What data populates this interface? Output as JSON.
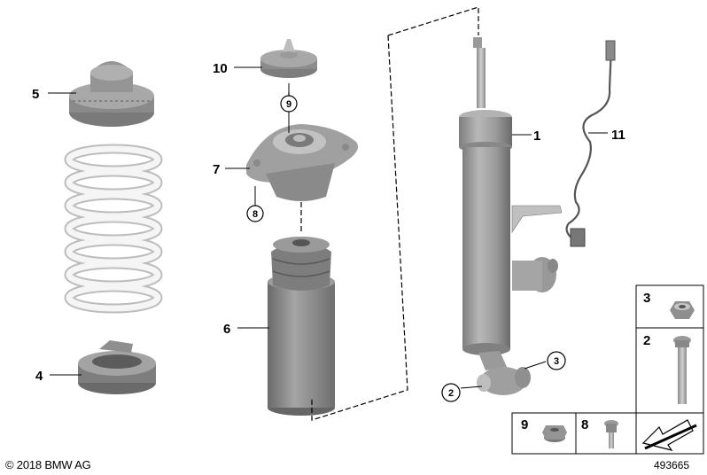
{
  "callouts": {
    "c1": "1",
    "c2": "2",
    "c3": "3",
    "c4": "4",
    "c5": "5",
    "c6": "6",
    "c7": "7",
    "c8": "8",
    "c9": "9",
    "c10": "10",
    "c11": "11"
  },
  "inset": {
    "nut_label": "3",
    "bolt_label": "2",
    "flange_nut_label": "9",
    "screw_label": "8"
  },
  "footer": {
    "copyright": "© 2018 BMW AG",
    "diagram_id": "493665"
  },
  "colors": {
    "part_gray": "#9a9a9a",
    "part_dark": "#6f6f6f",
    "spring_fill": "#f2f2f2",
    "line": "#000000"
  }
}
